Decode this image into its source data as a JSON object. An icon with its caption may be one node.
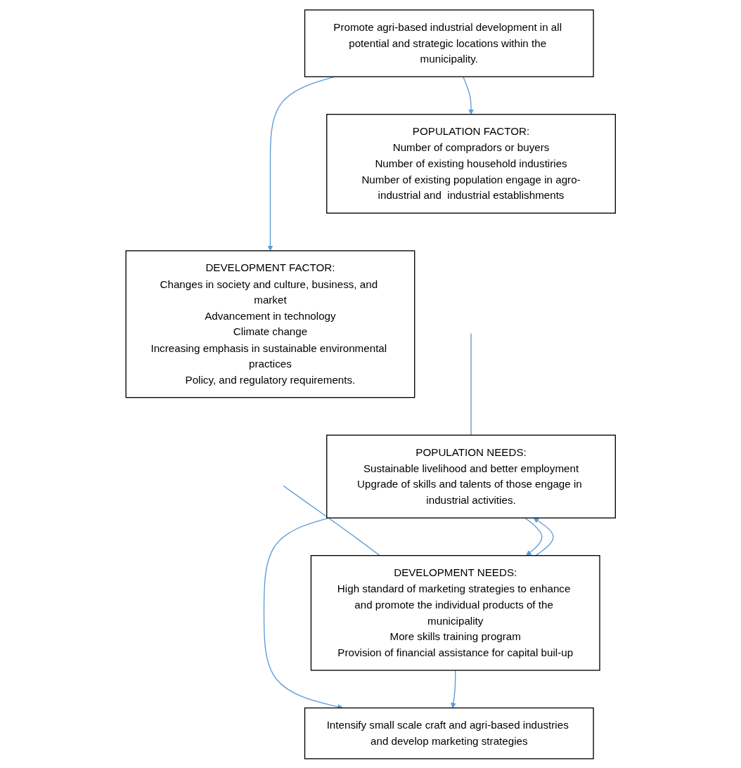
{
  "diagram": {
    "nodes": [
      {
        "text": [
          "Promote agri-based industrial development in all potential and strategic locations within the municipality."
        ]
      },
      {
        "text": [
          "POPULATION FACTOR:",
          "Number of compradors or buyers",
          "Number of existing household industiries",
          "Number of existing population engage in agro-industrial and  industrial establishments"
        ]
      },
      {
        "text": [
          "DEVELOPMENT FACTOR:",
          "Changes in society and culture, business, and market",
          "Advancement in technology",
          "Climate change",
          "Increasing emphasis in sustainable environmental practices",
          "Policy, and regulatory requirements."
        ]
      },
      {
        "text": [
          "POPULATION NEEDS:",
          "Sustainable livelihood and better employment",
          "Upgrade of skills and talents of those engage in industrial activities."
        ]
      },
      {
        "text": [
          "DEVELOPMENT NEEDS:",
          "High standard of marketing strategies to enhance and promote the individual products of the municipality",
          "More skills training program",
          "Provision of financial assistance for capital buil-up"
        ]
      },
      {
        "text": [
          "Intensify small scale craft and agri-based industries and develop marketing strategies"
        ]
      }
    ],
    "edges": [
      {
        "from": 0,
        "to": 1,
        "arrow": "to"
      },
      {
        "from": 0,
        "to": 2,
        "arrow": "to"
      },
      {
        "from": null,
        "to": 3,
        "arrow": "none"
      },
      {
        "from": null,
        "to": 4,
        "arrow": "none"
      },
      {
        "from": 3,
        "to": 4,
        "arrow": "to"
      },
      {
        "from": 4,
        "to": 3,
        "arrow": "to"
      },
      {
        "from": 3,
        "to": 5,
        "arrow": "to"
      },
      {
        "from": 4,
        "to": 5,
        "arrow": "to"
      }
    ]
  }
}
